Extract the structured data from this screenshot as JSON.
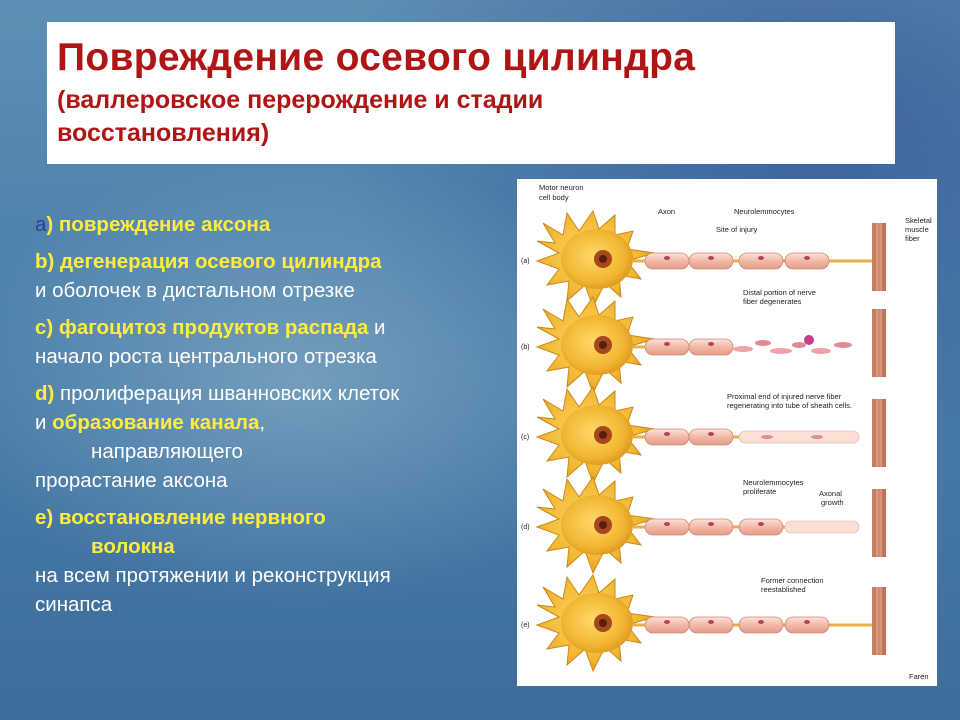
{
  "title": {
    "main": "Повреждение осевого цилиндра",
    "sub": "(валлеровское перерождение и стадии восстановления)"
  },
  "stages": {
    "a": {
      "letter": "a",
      "bold": ") повреждение аксона"
    },
    "b": {
      "bold": "b) дегенерация осевого цилиндра",
      "rest": "и оболочек в дистальном отрезке"
    },
    "c": {
      "bold": "c) фагоцитоз продуктов распада",
      "rest1": " и",
      "rest2": "начало роста центрального отрезка"
    },
    "d": {
      "letter": "d)",
      "rest1": " пролиферация шванновских клеток",
      "rest2a": "и ",
      "bold": "образование канала",
      "rest2b": ",",
      "rest3": "направляющего",
      "rest4": "прорастание аксона"
    },
    "e": {
      "bold1": "e) восстановление нервного",
      "bold2": "волокна",
      "rest1": "на всем протяжении и реконструкция",
      "rest2": "синапса"
    }
  },
  "figure": {
    "labels": {
      "motor_neuron": "Motor neuron",
      "cell_body": "cell body",
      "axon": "Axon",
      "neurolemmocytes": "Neurolemmocytes",
      "site_of_injury": "Site of injury",
      "skeletal": "Skeletal",
      "muscle": "muscle",
      "fiber": "fiber",
      "distal1": "Distal portion of nerve",
      "distal2": "fiber degenerates",
      "proximal1": "Proximal end of injured nerve fiber",
      "proximal2": "regenerating into tube of sheath cells.",
      "neuro_prolif1": "Neurolemmocytes",
      "neuro_prolif2": "proliferate",
      "axonal1": "Axonal",
      "axonal2": "growth",
      "former1": "Former connection",
      "former2": "reestablished",
      "credit": "Faren"
    },
    "row_markers": [
      "(a)",
      "(b)",
      "(c)",
      "(d)",
      "(e)"
    ]
  }
}
